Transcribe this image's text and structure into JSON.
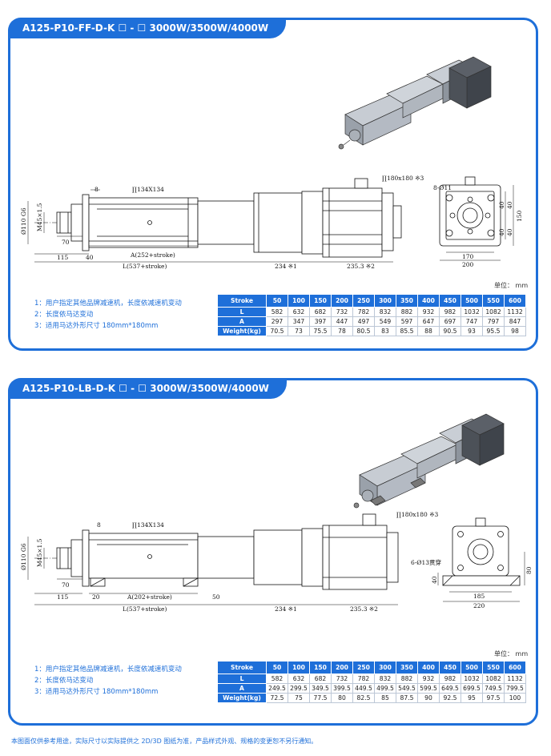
{
  "panel1": {
    "title": "A125-P10-FF-D-K ☐ - ☐ 3000W/3500W/4000W",
    "dims": {
      "d110": "Ø110 G6",
      "m": "M45×1.5",
      "flange": "∏134X134",
      "motor": "∏180x180 ※3",
      "d8": "8",
      "d70": "70",
      "d115": "115",
      "d40": "40",
      "a": "A(252+stroke)",
      "l": "L(537+stroke)",
      "d234": "234 ※1",
      "d235": "235.3 ※2",
      "holes": "8-Ø11",
      "e40a": "40",
      "e40b": "40",
      "e40c": "40",
      "e40d": "40",
      "e150": "150",
      "e170": "170",
      "e200": "200"
    },
    "unit": "单位： mm",
    "notes": [
      "1：用户指定其他品牌减速机，长度依减速机变动",
      "2：长度依马达变动",
      "3：适用马达外形尺寸 180mm*180mm"
    ],
    "table": {
      "header": [
        "Stroke",
        "50",
        "100",
        "150",
        "200",
        "250",
        "300",
        "350",
        "400",
        "450",
        "500",
        "550",
        "600"
      ],
      "rows": [
        [
          "L",
          "582",
          "632",
          "682",
          "732",
          "782",
          "832",
          "882",
          "932",
          "982",
          "1032",
          "1082",
          "1132"
        ],
        [
          "A",
          "297",
          "347",
          "397",
          "447",
          "497",
          "549",
          "597",
          "647",
          "697",
          "747",
          "797",
          "847"
        ],
        [
          "Weight(kg)",
          "70.5",
          "73",
          "75.5",
          "78",
          "80.5",
          "83",
          "85.5",
          "88",
          "90.5",
          "93",
          "95.5",
          "98"
        ]
      ]
    }
  },
  "panel2": {
    "title": "A125-P10-LB-D-K ☐ - ☐ 3000W/3500W/4000W",
    "dims": {
      "d110": "Ø110 G6",
      "m": "M45×1.5",
      "flange": "∏134X134",
      "motor": "∏180x180 ※3",
      "d8": "8",
      "d70": "70",
      "d115": "115",
      "d20": "20",
      "d50": "50",
      "a": "A(202+stroke)",
      "l": "L(537+stroke)",
      "d234": "234 ※1",
      "d235": "235.3 ※2",
      "holes": "6-Ø13贯穿",
      "e40": "40",
      "e80": "80",
      "e185": "185",
      "e220": "220"
    },
    "unit": "单位： mm",
    "notes": [
      "1：用户指定其他品牌减速机，长度依减速机变动",
      "2：长度依马达变动",
      "3：适用马达外形尺寸 180mm*180mm"
    ],
    "table": {
      "header": [
        "Stroke",
        "50",
        "100",
        "150",
        "200",
        "250",
        "300",
        "350",
        "400",
        "450",
        "500",
        "550",
        "600"
      ],
      "rows": [
        [
          "L",
          "582",
          "632",
          "682",
          "732",
          "782",
          "832",
          "882",
          "932",
          "982",
          "1032",
          "1082",
          "1132"
        ],
        [
          "A",
          "249.5",
          "299.5",
          "349.5",
          "399.5",
          "449.5",
          "499.5",
          "549.5",
          "599.5",
          "649.5",
          "699.5",
          "749.5",
          "799.5"
        ],
        [
          "Weight(kg)",
          "72.5",
          "75",
          "77.5",
          "80",
          "82.5",
          "85",
          "87.5",
          "90",
          "92.5",
          "95",
          "97.5",
          "100"
        ]
      ]
    }
  },
  "footer": "本图面仅供参考用途，实际尺寸以实际提供之 2D/3D 图纸为准，产品样式外观、规格的变更恕不另行通知。"
}
